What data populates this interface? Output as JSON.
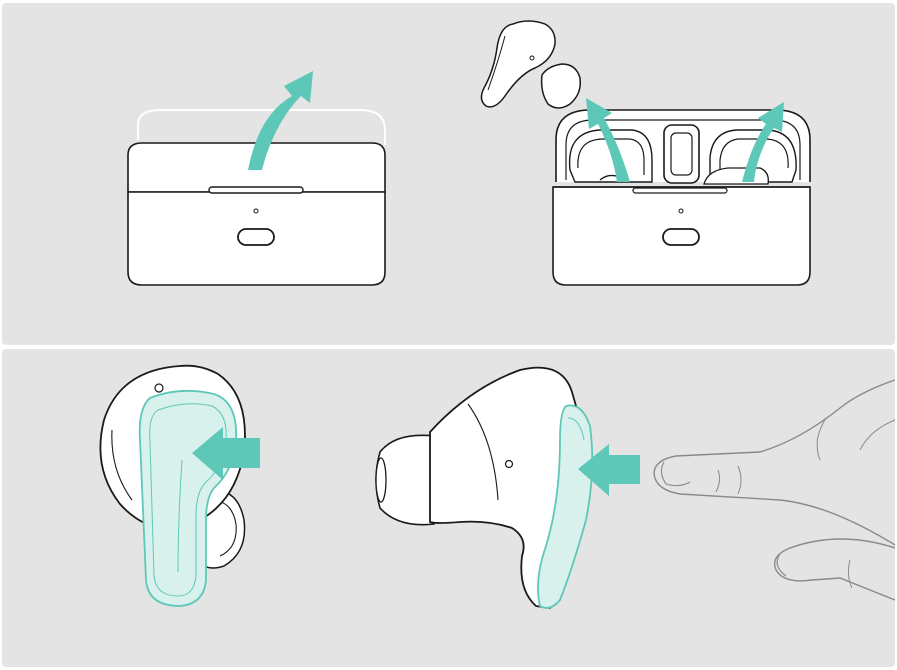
{
  "figure": {
    "panels": [
      {
        "id": "top",
        "steps": [
          {
            "step": "open-case",
            "icons": [
              "closed-case-icon",
              "lid-open-arrow-icon"
            ]
          },
          {
            "step": "remove-earbuds",
            "icons": [
              "open-case-icon",
              "earbud-icon",
              "lift-arrow-left-icon",
              "lift-arrow-right-icon"
            ]
          }
        ]
      },
      {
        "id": "bottom",
        "steps": [
          {
            "step": "touch-panel-front",
            "icons": [
              "earbud-front-icon",
              "touch-panel-highlight-icon",
              "press-arrow-icon"
            ]
          },
          {
            "step": "touch-panel-side",
            "icons": [
              "earbud-side-icon",
              "touch-panel-highlight-icon",
              "press-arrow-icon",
              "finger-icon"
            ]
          }
        ]
      }
    ]
  },
  "colors": {
    "panel_background": "#e4e4e4",
    "accent_teal": "#5ec8b8",
    "touch_highlight": "#d8f1ec",
    "outline": "#1a1a1a",
    "hand_outline": "#8a8a8a",
    "device_fill": "#ffffff"
  }
}
